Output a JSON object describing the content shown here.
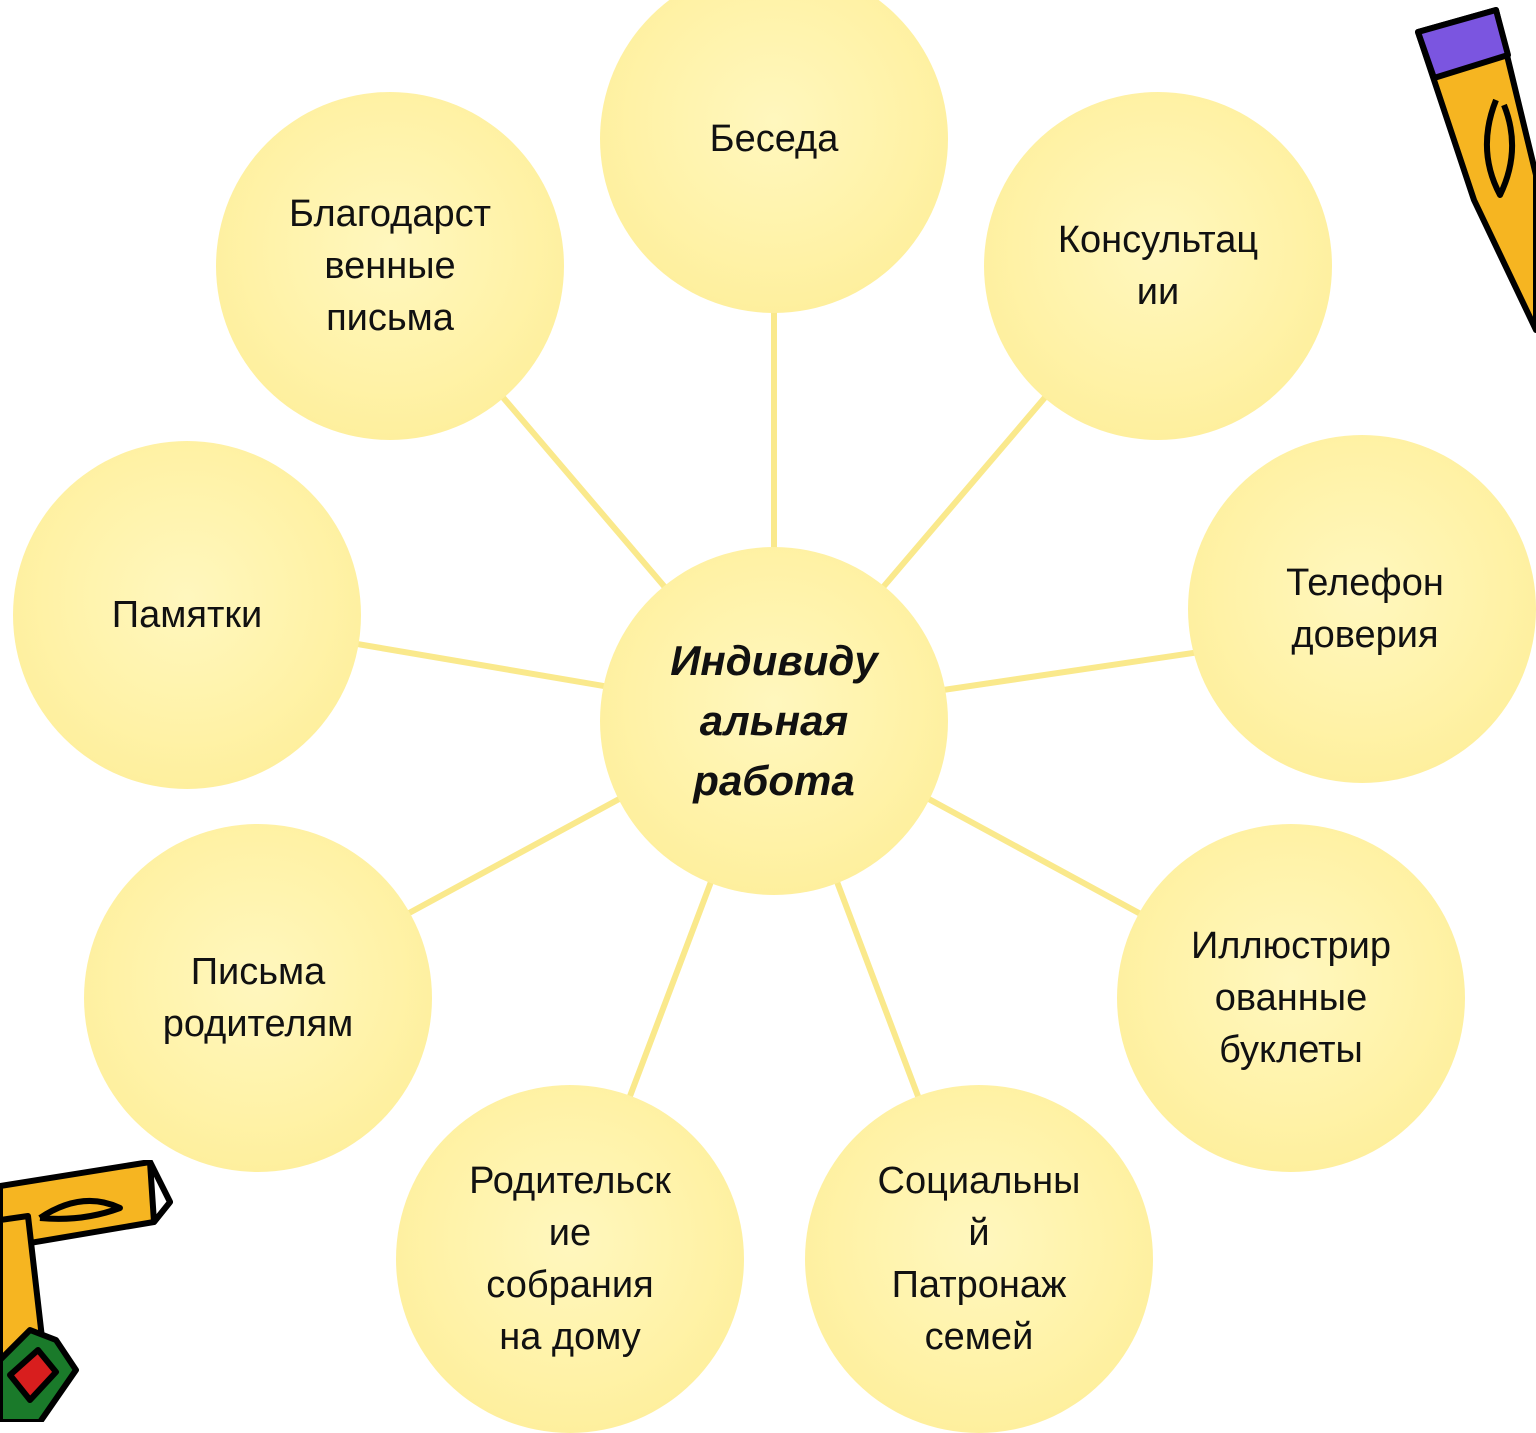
{
  "diagram": {
    "center": {
      "label": "Индивиду\nальная\nработа"
    },
    "nodes": [
      {
        "id": "beseda",
        "label": "Беседа"
      },
      {
        "id": "konsultatsii",
        "label": "Консультац\nии"
      },
      {
        "id": "telefon",
        "label": "Телефон\nдоверия"
      },
      {
        "id": "buklety",
        "label": "Иллюстрир\nованные\nбуклеты"
      },
      {
        "id": "patronazh",
        "label": "Социальны\nй\nПатронаж\nсемей"
      },
      {
        "id": "sobraniya",
        "label": "Родительск\nие\nсобрания\nна дому"
      },
      {
        "id": "pisma-roditelyam",
        "label": "Письма\nродителям"
      },
      {
        "id": "pamyatki",
        "label": "Памятки"
      },
      {
        "id": "blagodarstvennye",
        "label": "Благодарст\nвенные\nписьма"
      }
    ]
  },
  "colors": {
    "node_fill": "#FFF2A6",
    "spoke": "#FAE98C",
    "text": "#111111"
  },
  "decorations": [
    "pencil-icon",
    "pencil-icon"
  ]
}
